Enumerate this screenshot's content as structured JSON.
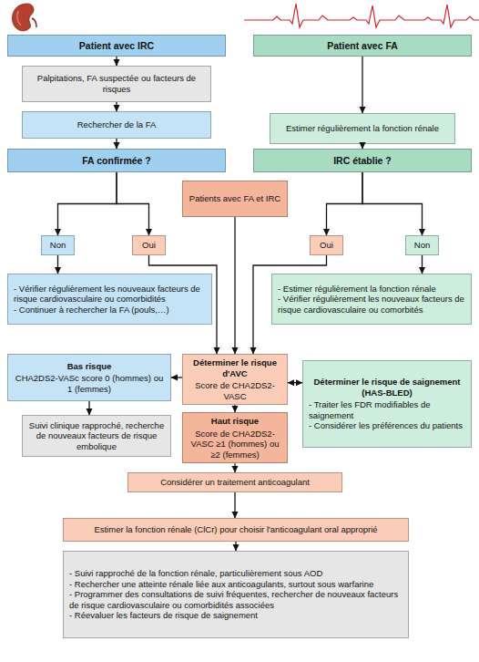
{
  "diagram": {
    "nodes": [
      {
        "text": [
          "Patient avec IRC"
        ]
      },
      {
        "text": [
          "Palpitations, FA suspectée ou facteurs de risques"
        ]
      },
      {
        "text": [
          "Rechercher de la FA"
        ]
      },
      {
        "text": [
          "FA confirmée ?"
        ]
      },
      {
        "text": [
          "Patient avec FA"
        ]
      },
      {
        "text": [
          "Estimer régulièrement la fonction rénale"
        ]
      },
      {
        "text": [
          "IRC établie ?"
        ]
      },
      {
        "text": [
          "Patients avec FA et IRC"
        ]
      },
      {
        "text": [
          "Non"
        ]
      },
      {
        "text": [
          "Oui"
        ]
      },
      {
        "text": [
          "Oui"
        ]
      },
      {
        "text": [
          "Non"
        ]
      },
      {
        "text": [
          "- Vérifier régulièrement les nouveaux facteurs de risque cardiovasculaire ou comorbidités",
          "- Continuer à rechercher la FA (pouls,…)"
        ]
      },
      {
        "text": [
          "- Estimer régulièrement la fonction rénale",
          "- Vérifier régulièrement les nouveaux facteurs de risque cardiovasculaire ou comorbités"
        ]
      },
      {
        "text": [
          "Bas risque",
          "CHA2DS2-VASc score 0 (hommes) ou 1 (femmes)"
        ]
      },
      {
        "text": [
          "Déterminer le risque d'AVC",
          "Score de CHA2DS2-VASC"
        ]
      },
      {
        "text": [
          "Déterminer le risque de saignement (HAS-BLED)",
          "- Traiter les FDR modifiables de saignement",
          "- Considérer les préférences du patients"
        ]
      },
      {
        "text": [
          "Suivi clinique rapproché, recherche de nouveaux facteurs de risque embolique"
        ]
      },
      {
        "text": [
          "Haut risque",
          "Score de CHA2DS2-VASC ≥1 (hommes) ou ≥2 (femmes)"
        ]
      },
      {
        "text": [
          "Considérer un traitement anticoagulant"
        ]
      },
      {
        "text": [
          "Estimer la fonction rénale (ClCr) pour choisir l'anticoagulant oral approprié"
        ]
      },
      {
        "text": [
          "- Suivi rapproché de la fonction rénale, particulièrement sous AOD",
          "- Rechercher une atteinte rénale liée aux anticoagulants, surtout sous warfarine",
          "- Programmer des consultations de suivi fréquentes, rechercher de nouveaux facteurs de risque cardiovasculaire ou comorbidités associées",
          "- Réevaluer les facteurs de risque de saignement"
        ]
      }
    ],
    "edges": [
      {
        "from": 0,
        "to": 1,
        "arrow": "to"
      },
      {
        "from": 1,
        "to": 2,
        "arrow": "to"
      },
      {
        "from": 2,
        "to": 3,
        "arrow": "to"
      },
      {
        "from": 4,
        "to": 5,
        "arrow": "to"
      },
      {
        "from": 5,
        "to": 6,
        "arrow": "to"
      },
      {
        "from": 3,
        "to": 8,
        "arrow": "to"
      },
      {
        "from": 3,
        "to": 9,
        "arrow": "to"
      },
      {
        "from": 6,
        "to": 10,
        "arrow": "to"
      },
      {
        "from": 6,
        "to": 11,
        "arrow": "to"
      },
      {
        "from": 8,
        "to": 12,
        "arrow": "to"
      },
      {
        "from": 11,
        "to": 13,
        "arrow": "to"
      },
      {
        "from": 9,
        "to": 15,
        "arrow": "to"
      },
      {
        "from": 7,
        "to": 15,
        "arrow": "to"
      },
      {
        "from": 10,
        "to": 15,
        "arrow": "to"
      },
      {
        "from": 15,
        "to": 16,
        "arrow": "both"
      },
      {
        "from": 15,
        "to": 14,
        "arrow": "to"
      },
      {
        "from": 14,
        "to": 17,
        "arrow": "to"
      },
      {
        "from": 15,
        "to": 18,
        "arrow": "to"
      },
      {
        "from": 18,
        "to": 19,
        "arrow": "to"
      },
      {
        "from": 19,
        "to": 20,
        "arrow": "to"
      },
      {
        "from": 20,
        "to": 21,
        "arrow": "to"
      }
    ]
  }
}
